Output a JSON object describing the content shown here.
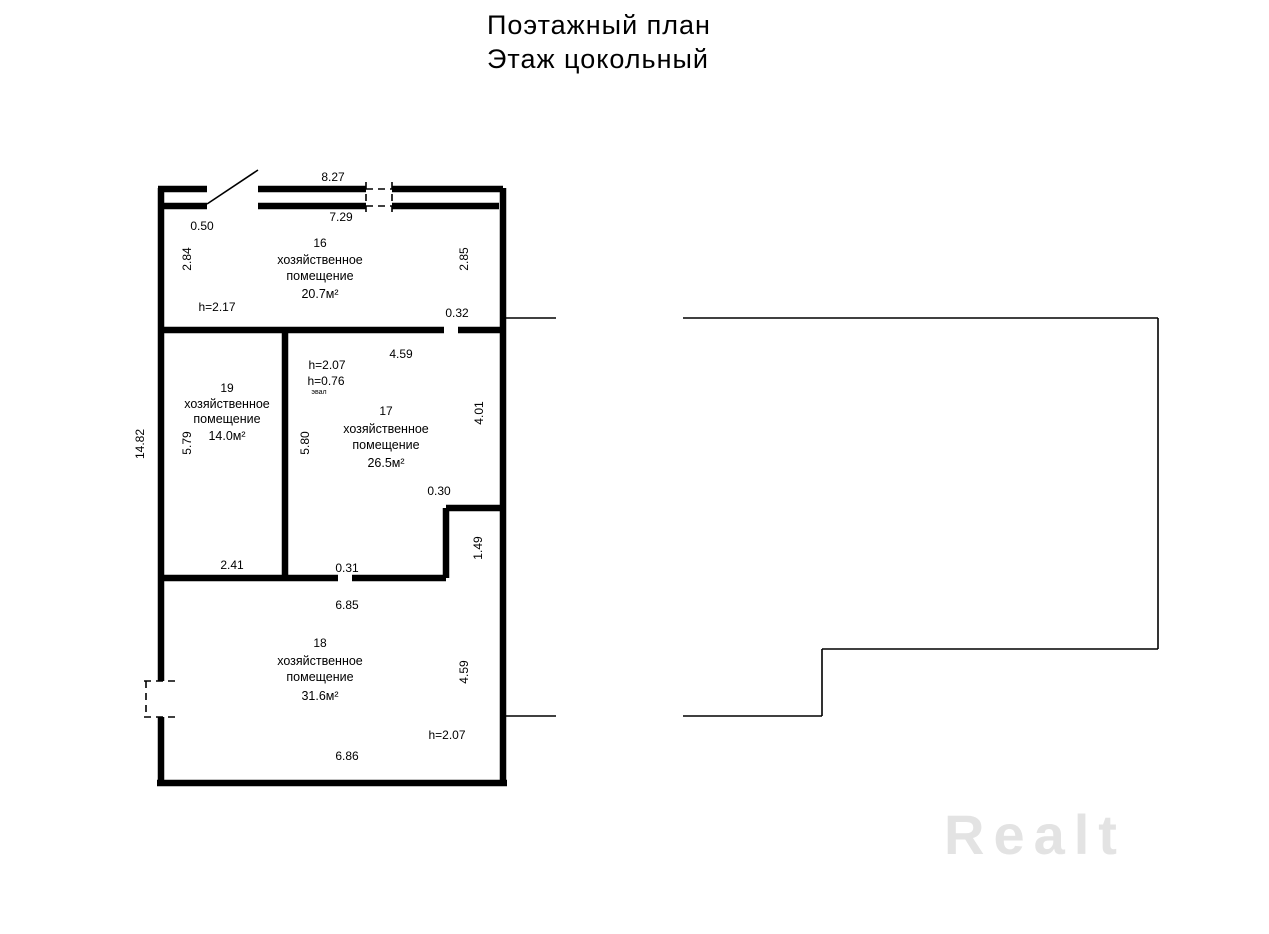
{
  "title": {
    "line1": "Поэтажный план",
    "line2": "Этаж цокольный"
  },
  "rooms": {
    "r16": {
      "number": "16",
      "name1": "хозяйственное",
      "name2": "помещение",
      "area": "20.7м²",
      "height": "h=2.17"
    },
    "r17": {
      "number": "17",
      "name1": "хозяйственное",
      "name2": "помещение",
      "area": "26.5м²",
      "height1": "h=2.07",
      "height2": "h=0.76",
      "note": "эвал"
    },
    "r18": {
      "number": "18",
      "name1": "хозяйственное",
      "name2": "помещение",
      "area": "31.6м²",
      "height": "h=2.07"
    },
    "r19": {
      "number": "19",
      "name1": "хозяйственное",
      "name2": "помещение",
      "area": "14.0м²"
    }
  },
  "dimensions": {
    "top_outer": "8.27",
    "top_inner": "7.29",
    "entry_jamb": "0.50",
    "r16_left_height": "2.84",
    "r16_right_height": "2.85",
    "overall_height": "14.82",
    "right_opening": "0.32",
    "r17_width_top": "4.59",
    "r17_right_height": "4.01",
    "r19_left_height": "5.79",
    "r17_left_height": "5.80",
    "r19_width_bottom": "2.41",
    "mid_opening": "0.31",
    "notch_opening": "0.30",
    "notch_height": "1.49",
    "r18_width_top": "6.85",
    "r18_right_height": "4.59",
    "r18_width_bottom": "6.86"
  },
  "watermark": "Realt"
}
